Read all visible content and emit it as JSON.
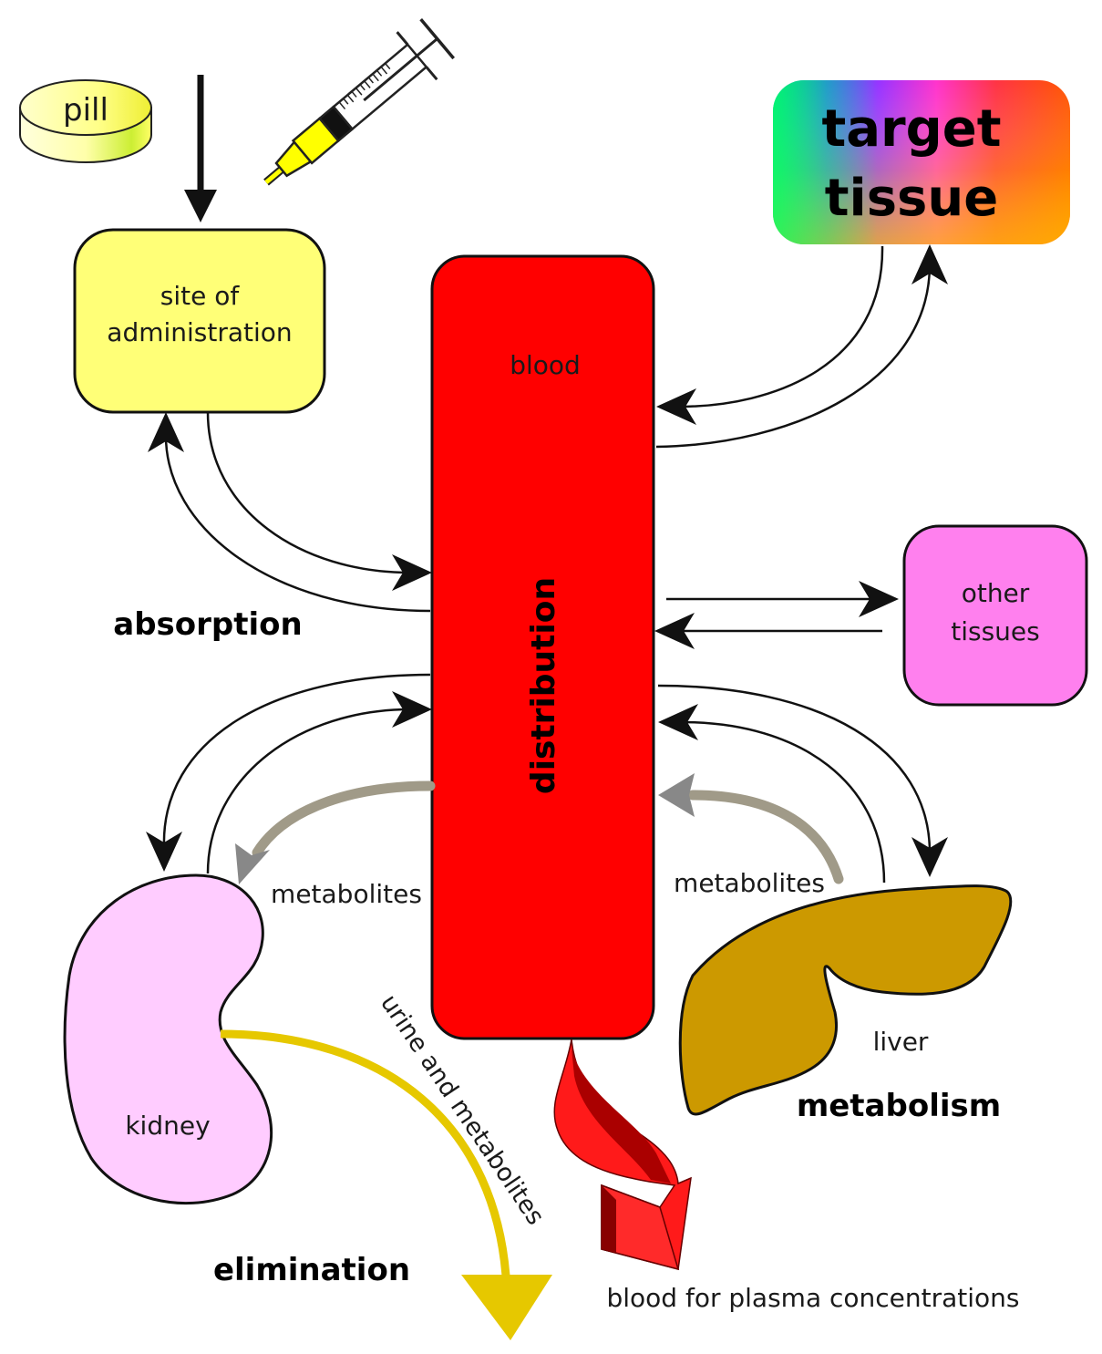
{
  "pill": {
    "label": "pill"
  },
  "site": {
    "line1": "site of",
    "line2": "administration"
  },
  "blood": {
    "label": "blood",
    "distribution": "distribution"
  },
  "target": {
    "line1": "target",
    "line2": "tissue"
  },
  "other": {
    "line1": "other",
    "line2": "tissues"
  },
  "labels": {
    "absorption": "absorption",
    "metabolites_left": "metabolites",
    "metabolites_right": "metabolites",
    "kidney": "kidney",
    "liver": "liver",
    "metabolism": "metabolism",
    "elimination": "elimination",
    "urine": "urine and metabolites",
    "plasma": "blood for plasma concentrations"
  },
  "colors": {
    "site": "#ffff77",
    "blood": "#ff0000",
    "other": "#ff80ee",
    "kidney": "#ffccff",
    "liver": "#cc9900",
    "urine_arrow": "#e6c800",
    "metabolite_arrow": "#a09a88",
    "syringe": "#ffff00"
  }
}
